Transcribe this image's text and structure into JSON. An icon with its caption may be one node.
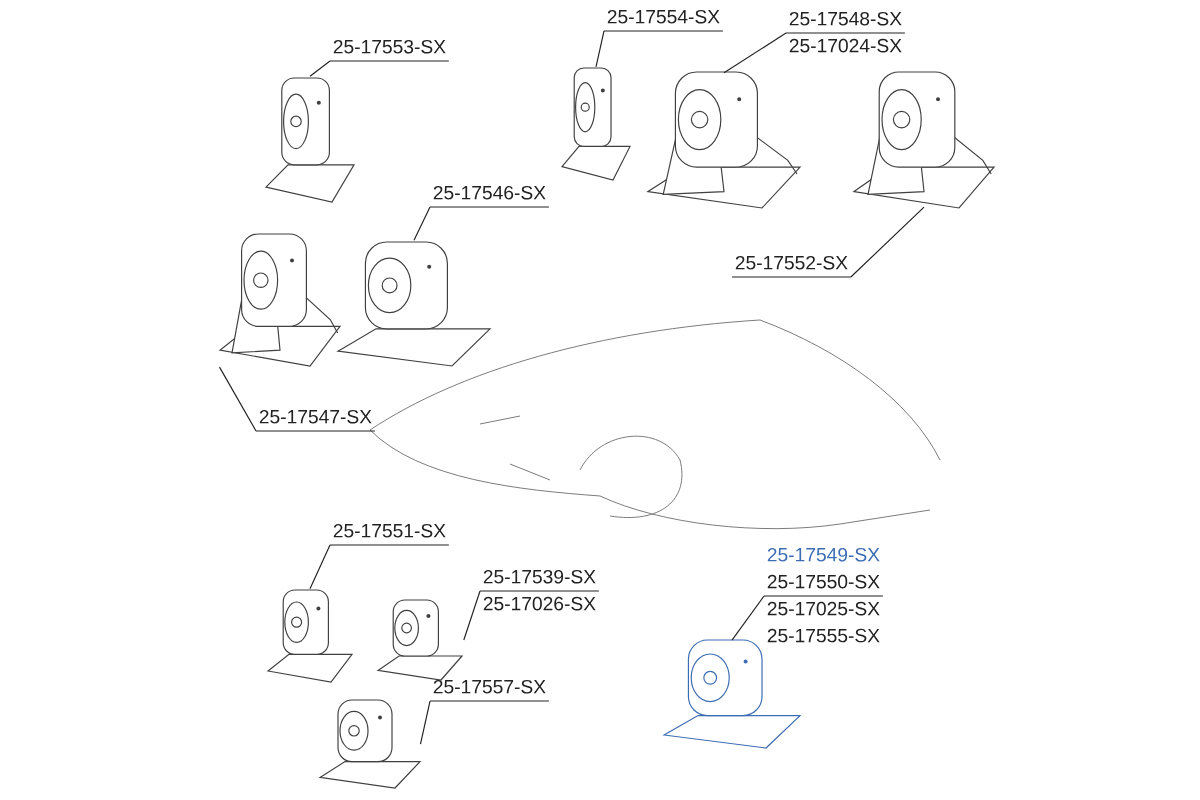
{
  "diagram": {
    "nodes": [
      {
        "text": [
          "25-17553-SX"
        ]
      },
      {
        "text": [],
        "shape": "picture"
      },
      {
        "text": [
          "25-17554-SX"
        ]
      },
      {
        "text": [],
        "shape": "picture"
      },
      {
        "text": [
          "25-17548-SX",
          "25-17024-SX"
        ]
      },
      {
        "text": [],
        "shape": "picture"
      },
      {
        "text": [],
        "shape": "picture"
      },
      {
        "text": [
          "25-17552-SX"
        ]
      },
      {
        "text": [
          "25-17546-SX"
        ]
      },
      {
        "text": [],
        "shape": "picture"
      },
      {
        "text": [],
        "shape": "picture"
      },
      {
        "text": [
          "25-17547-SX"
        ]
      },
      {
        "text": [
          "25-17551-SX"
        ]
      },
      {
        "text": [],
        "shape": "picture"
      },
      {
        "text": [
          "25-17539-SX",
          "25-17026-SX"
        ]
      },
      {
        "text": [],
        "shape": "picture"
      },
      {
        "text": [
          "25-17557-SX"
        ]
      },
      {
        "text": [],
        "shape": "picture"
      },
      {
        "text": [
          "25-17549-SX",
          "25-17550-SX",
          "25-17025-SX",
          "25-17555-SX"
        ]
      },
      {
        "text": [],
        "shape": "picture"
      }
    ],
    "edges": [
      {
        "from": 0,
        "to": 1,
        "arrow": "none"
      },
      {
        "from": 2,
        "to": 3,
        "arrow": "none"
      },
      {
        "from": 4,
        "to": 5,
        "arrow": "none"
      },
      {
        "from": 7,
        "to": 6,
        "arrow": "none"
      },
      {
        "from": 8,
        "to": 9,
        "arrow": "none"
      },
      {
        "from": 11,
        "to": 10,
        "arrow": "none"
      },
      {
        "from": 12,
        "to": 13,
        "arrow": "none"
      },
      {
        "from": 14,
        "to": 15,
        "arrow": "none"
      },
      {
        "from": 16,
        "to": 17,
        "arrow": "none"
      },
      {
        "from": 18,
        "to": 19,
        "arrow": "none"
      }
    ]
  }
}
